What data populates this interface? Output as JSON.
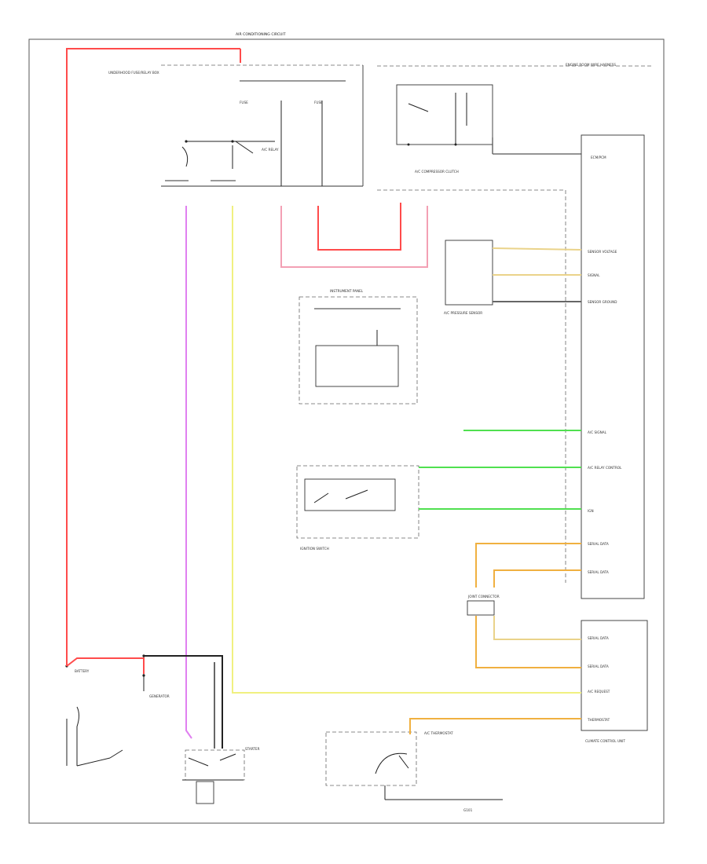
{
  "diagram": {
    "title": "AIR CONDITIONING CIRCUIT",
    "footer_code": "",
    "colors": {
      "red": "#ff4b4b",
      "pink": "#f3a0b4",
      "violet": "#e080f0",
      "yellow": "#f0f080",
      "green": "#50e050",
      "orange": "#f0b040",
      "tan": "#ead38a",
      "black": "#222222",
      "gray": "#666666"
    },
    "labels": {
      "underhood_fuse": "UNDERHOOD FUSE/RELAY BOX",
      "ac_relay": "A/C RELAY",
      "battery": "BATTERY",
      "generator": "GENERATOR",
      "starter": "STARTER",
      "compressor_clutch": "A/C COMPRESSOR CLUTCH",
      "ecm": "ECM/PCM",
      "pressure_sensor": "A/C PRESSURE SENSOR",
      "instrument_panel": "INSTRUMENT PANEL",
      "ignition_switch": "IGNITION SWITCH",
      "climate_control": "CLIMATE CONTROL UNIT",
      "joint_connector": "JOINT CONNECTOR",
      "thermostat": "A/C THERMOSTAT",
      "ground": "G101",
      "fuse_a": "FUSE",
      "fuse_b": "FUSE",
      "top_right": "ENGINE ROOM WIRE HARNESS",
      "ecm_pins": [
        "SENSOR VOLTAGE",
        "SIGNAL",
        "SENSOR GROUND",
        "A/C SIGNAL",
        "A/C RELAY CONTROL",
        "IGN",
        "SERIAL DATA",
        "SERIAL DATA"
      ],
      "ccu_pins": [
        "SERIAL DATA",
        "SERIAL DATA",
        "A/C REQUEST",
        "THERMOSTAT"
      ]
    }
  }
}
